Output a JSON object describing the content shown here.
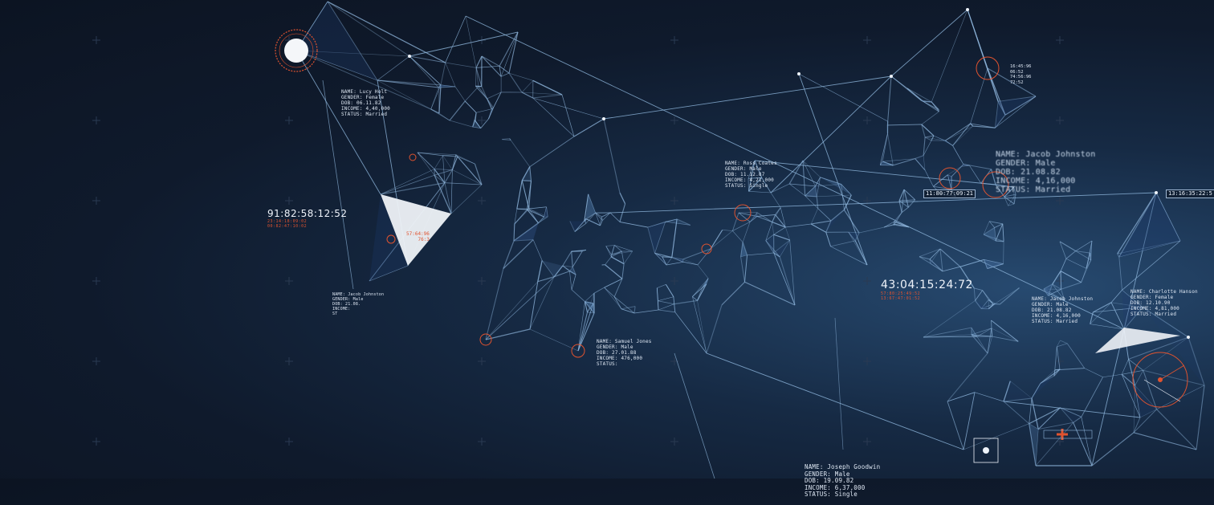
{
  "colors": {
    "background": "#0f1a2c",
    "network_line": "#8fb6dc",
    "accent_red": "#e0532f",
    "text": "#dfe8f4"
  },
  "profiles": {
    "lucy": [
      "NAME: Lucy Holt",
      "GENDER: Female",
      "DOB: 06.11.82",
      "INCOME: 4,40,000",
      "STATUS: Married"
    ],
    "ross": [
      "NAME: Ross Coates",
      "GENDER: Male",
      "DOB: 11.12.87",
      "INCOME: 4,21,000",
      "STATUS: Single"
    ],
    "jacob_left": [
      "NAME: Jacob Johnston",
      "GENDER: Male",
      "DOB: 21.08.",
      "INCOME:",
      "ST"
    ],
    "samuel": [
      "NAME: Samuel Jones",
      "GENDER: Male",
      "DOB: 27.01.88",
      "INCOME: 476,000",
      "STATUS:"
    ],
    "jacob_right": [
      "NAME: Jacob Johnston",
      "GENDER: Male",
      "DOB: 21.08.82",
      "INCOME: 4,16,000",
      "STATUS: Married"
    ],
    "jacob_blur": [
      "NAME: Jacob Johnston",
      "GENDER: Male",
      "DOB: 21.08.82",
      "INCOME: 4,16,000",
      "STATUS: Married"
    ],
    "charlotte": [
      "NAME: Charlotte Hanson",
      "GENDER: Female",
      "DOB: 12.10.90",
      "INCOME: 4,81,000",
      "STATUS: Married"
    ],
    "joseph": [
      "NAME: Joseph Goodwin",
      "GENDER: Male",
      "DOB: 19.09.82",
      "INCOME: 6,37,000",
      "STATUS: Single"
    ]
  },
  "timecodes": {
    "left": {
      "main": "91:82:58:12:52",
      "sub1": "23:14:18:09:02",
      "sub2": "00:82:47:10:02"
    },
    "center": {
      "main": "43:04:15:24:72",
      "sub1": "57:80:25:49:52",
      "sub2": "13:67:47:01:52"
    }
  },
  "tags": {
    "center_right": "11:80:77:09:21",
    "far_right": "13:16:35:22:5"
  },
  "coords": [
    "16:45:96",
    "06:52",
    "74:56:96",
    "72:52"
  ],
  "triangle_label": [
    "57:64:96",
    "76:3"
  ],
  "icons": {
    "orbit_node": "target-ring-icon",
    "crosshair": "crosshair-icon",
    "radar": "radar-scope-icon"
  }
}
